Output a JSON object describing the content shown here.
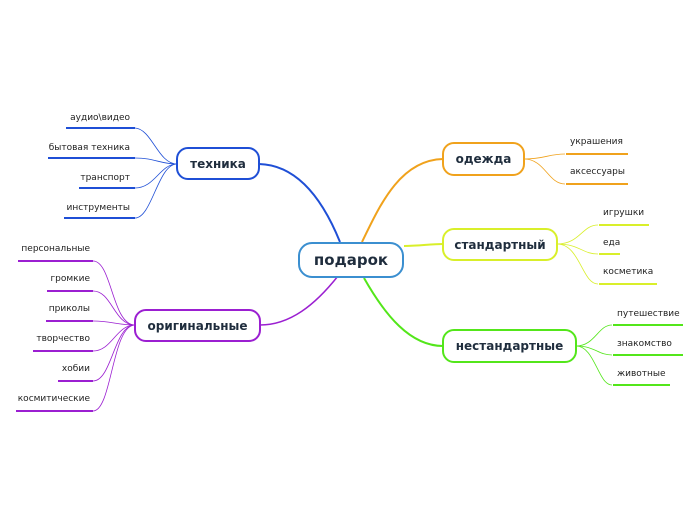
{
  "center": {
    "label": "подарок",
    "color": "#3b8fd0"
  },
  "branches": {
    "technika": {
      "label": "техника",
      "color": "#1f4fd6",
      "leaves": [
        "аудио\\видео",
        "бытовая техника",
        "транспорт",
        "инструменты"
      ]
    },
    "originalnye": {
      "label": "оригинальные",
      "color": "#9b1fd1",
      "leaves": [
        "персональные",
        "громкие",
        "приколы",
        "творчество",
        "хобии",
        "космитические"
      ]
    },
    "odezhda": {
      "label": "одежда",
      "color": "#f0a21c",
      "leaves": [
        "украшения",
        "аксессуары"
      ]
    },
    "standartny": {
      "label": "стандартный",
      "color": "#d9ef2a",
      "leaves": [
        "игрушки",
        "еда",
        "косметика"
      ]
    },
    "nestandartnye": {
      "label": "нестандартные",
      "color": "#53e61a",
      "leaves": [
        "путешествие",
        "знакомство",
        "животные"
      ]
    }
  }
}
